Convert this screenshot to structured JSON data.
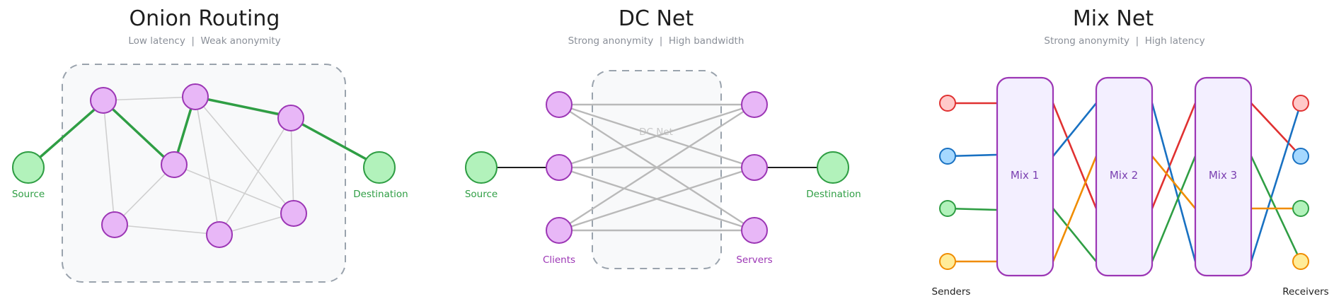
{
  "colors": {
    "node_fill": "#e8b7f7",
    "node_stroke": "#9c36b5",
    "path_green": "#2f9e44",
    "green_fill": "#b2f2bb",
    "edge_gray": "#c4c4c4",
    "box_dash": "#9aa3ad",
    "mix_fill": "#f3efff",
    "red": "#e03131",
    "blue": "#1971c2",
    "green": "#2f9e44",
    "orange": "#f08c00"
  },
  "onion": {
    "title": "Onion Routing",
    "subtitle": "Low latency  |  Weak anonymity",
    "source_label": "Source",
    "destination_label": "Destination"
  },
  "dcnet": {
    "title": "DC Net",
    "subtitle": "Strong anonymity  |  High bandwidth",
    "box_label": "DC Net",
    "source_label": "Source",
    "destination_label": "Destination",
    "clients_label": "Clients",
    "servers_label": "Servers"
  },
  "mixnet": {
    "title": "Mix Net",
    "subtitle": "Strong anonymity  |  High latency",
    "mixes": [
      "Mix 1",
      "Mix 2",
      "Mix 3"
    ],
    "senders_label": "Senders",
    "receivers_label": "Receivers"
  }
}
